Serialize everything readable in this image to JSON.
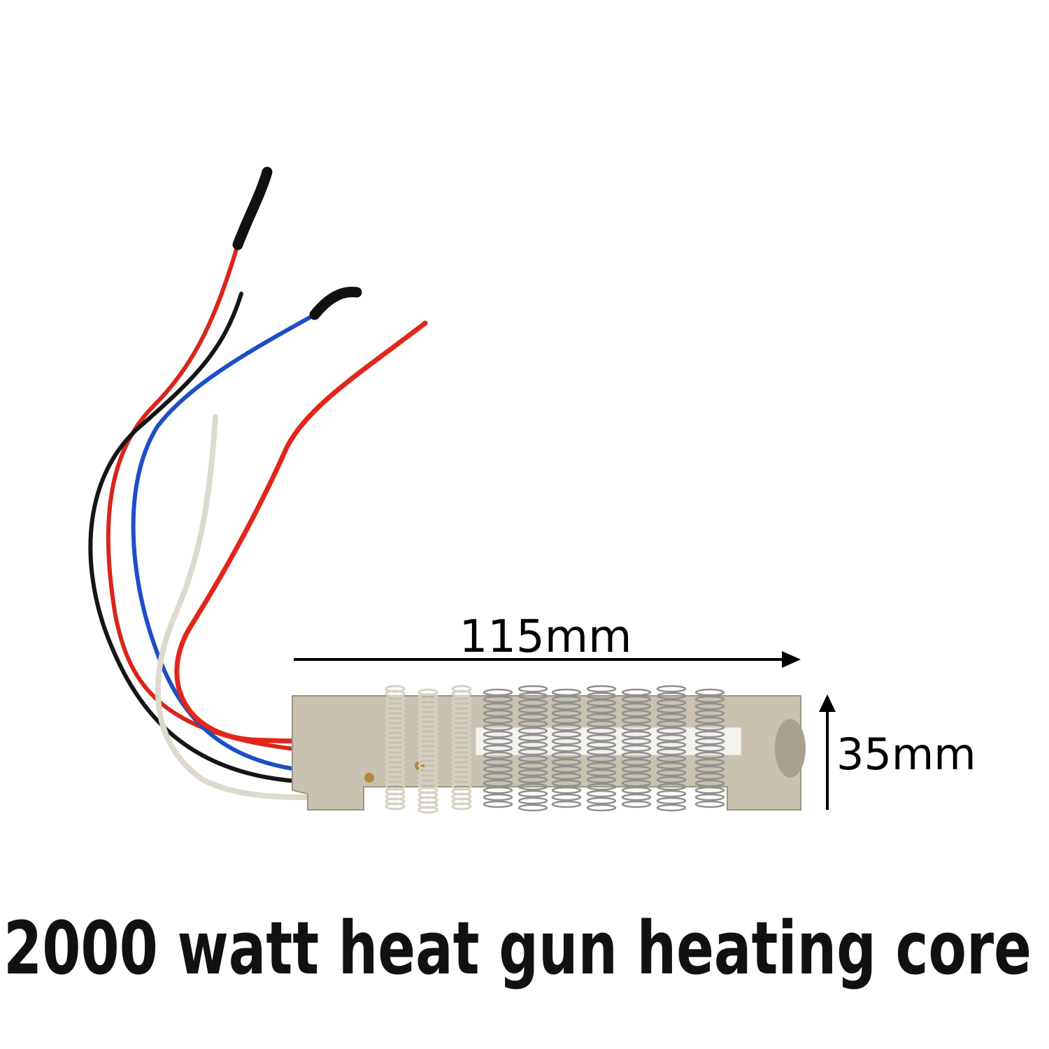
{
  "dimensions": {
    "length_label": "115mm",
    "height_label": "35mm"
  },
  "caption": "2000 watt heat gun heating core",
  "colors": {
    "wire_red": "#e3261a",
    "wire_black": "#151515",
    "wire_blue": "#1d4fc4",
    "wire_white": "#e8e6df",
    "plate": "#c9c2b0",
    "coil": "#8f8f8f"
  }
}
